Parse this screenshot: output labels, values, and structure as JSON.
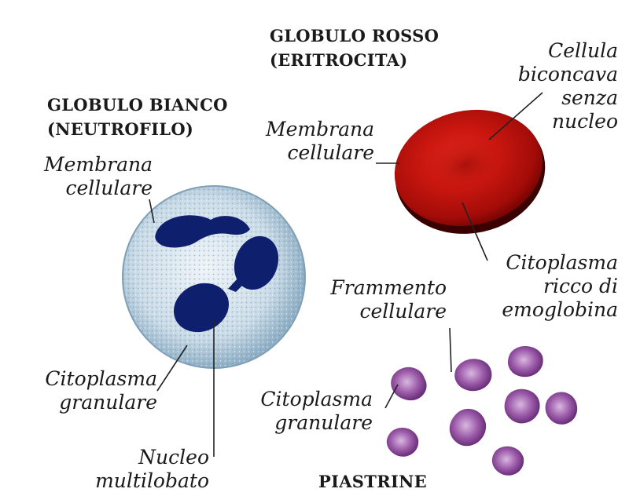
{
  "rbc": {
    "title": [
      "GLOBULO ROSSO",
      "(ERITROCITA)"
    ],
    "labels": {
      "membrane": [
        "Membrana",
        "cellulare"
      ],
      "biconcave": [
        "Cellula",
        "biconcava",
        "senza",
        "nucleo"
      ],
      "cytoplasm": [
        "Citoplasma",
        "ricco di",
        "emoglobina"
      ]
    }
  },
  "wbc": {
    "title": [
      "GLOBULO BIANCO",
      "(NEUTROFILO)"
    ],
    "labels": {
      "membrane": [
        "Membrana",
        "cellulare"
      ],
      "cytoplasm": [
        "Citoplasma",
        "granulare"
      ],
      "nucleus": [
        "Nucleo",
        "multilobato"
      ]
    }
  },
  "platelets": {
    "title": "PIASTRINE",
    "labels": {
      "fragment": [
        "Frammento",
        "cellulare"
      ],
      "cytoplasm": [
        "Citoplasma",
        "granulare"
      ]
    }
  },
  "colors": {
    "rbc": "#c8160f",
    "rbc_dark": "#5a0000",
    "wbc_cytoplasm": "#c9dbe8",
    "wbc_nucleus": "#0e1f6e",
    "platelet": "#9b5aa8",
    "leader": "#222222"
  }
}
